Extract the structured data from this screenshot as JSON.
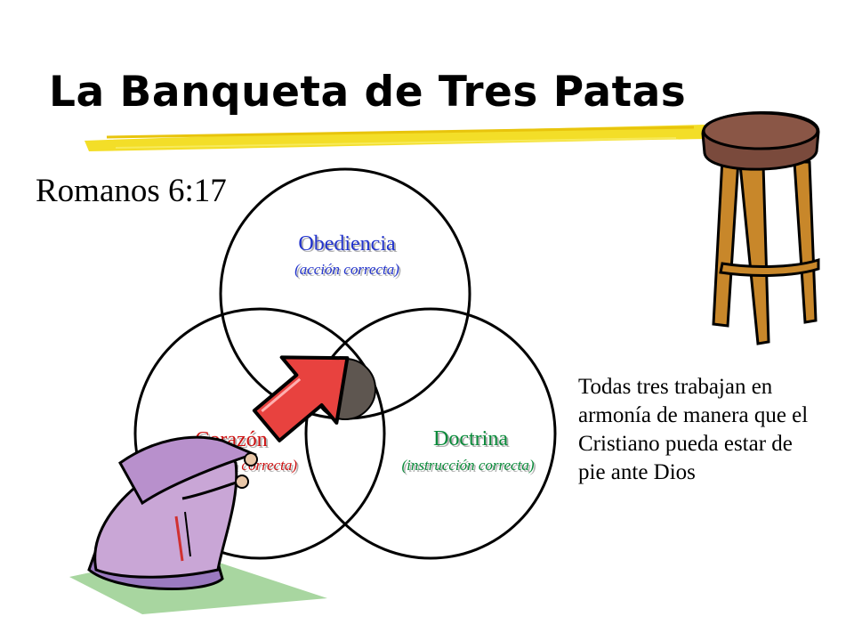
{
  "slide": {
    "title": "La Banqueta de Tres Patas",
    "reference": "Romanos 6:17",
    "body_text": "Todas tres trabajan en armonía de manera que el Cristiano pueda estar de pie ante Dios"
  },
  "venn": {
    "circles": [
      {
        "label": "Obediencia",
        "sublabel": "(acción correcta)",
        "color": "#2233cc"
      },
      {
        "label": "Corazón",
        "sublabel": "(motivación correcta)",
        "color": "#cc1111"
      },
      {
        "label": "Doctrina",
        "sublabel": "(instrucción correcta)",
        "color": "#0a8a3a"
      }
    ],
    "center_color": "#5e5650"
  },
  "colors": {
    "highlighter": "#f2dc1c",
    "arrow": "#e8423f",
    "stool_seat": "#7a4a3c",
    "stool_legs": "#c8872a",
    "figure_robe": "#c9a6d6",
    "mat": "#a8d6a0"
  },
  "icons": [
    "stool-icon",
    "pointing-figure-icon",
    "arrow-icon"
  ]
}
